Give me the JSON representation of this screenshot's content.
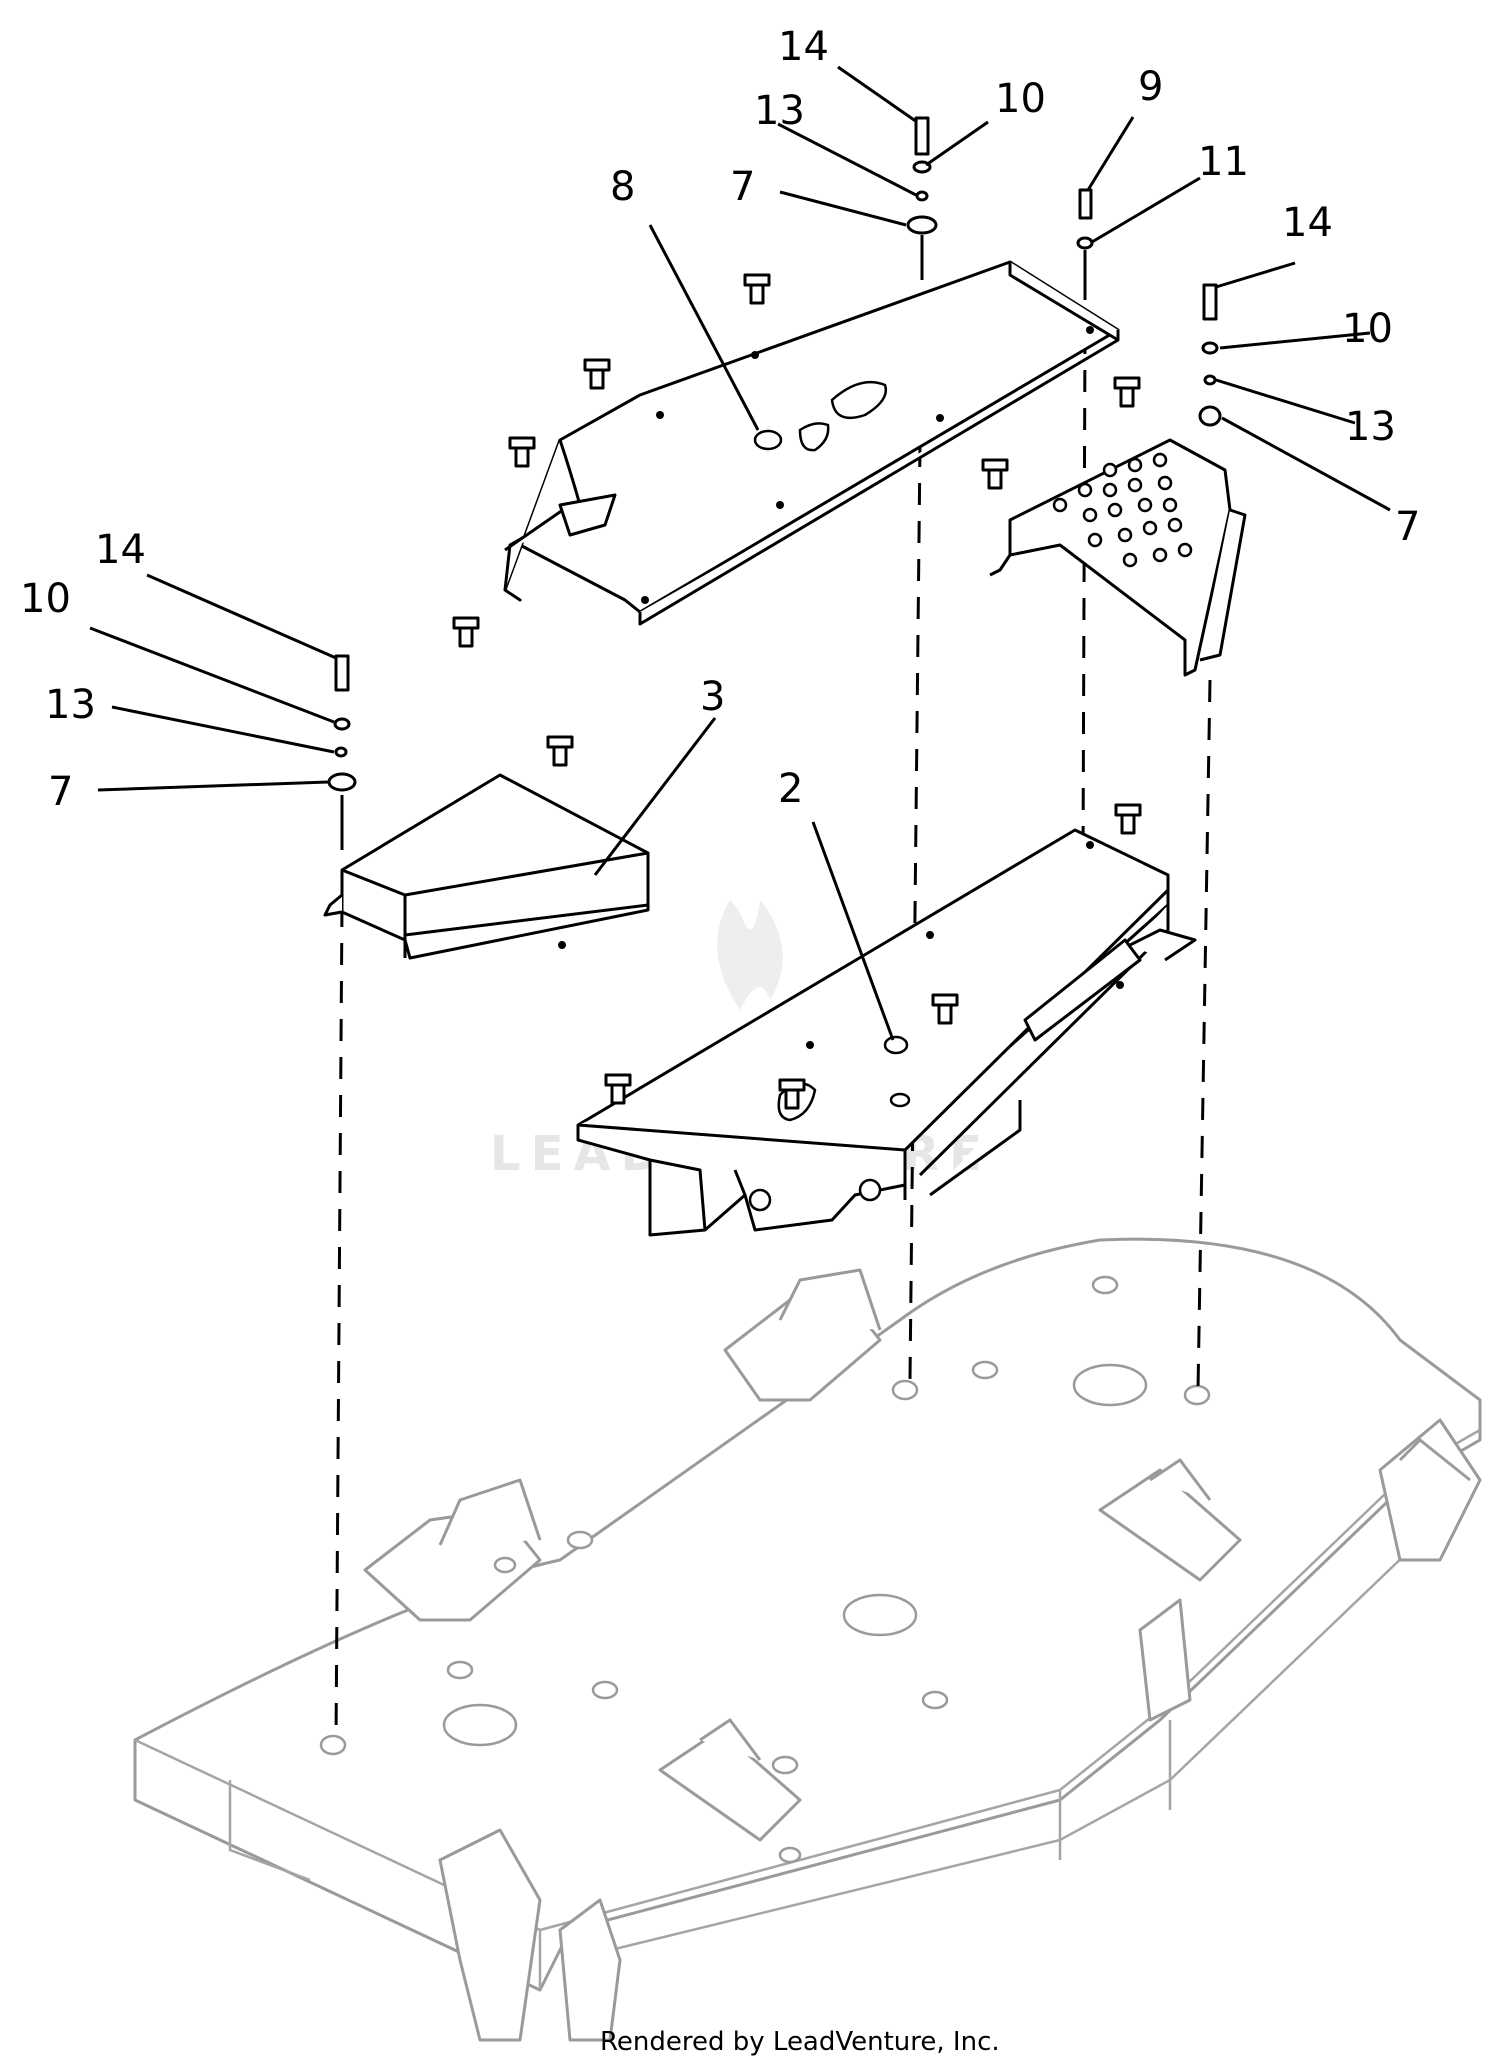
{
  "diagram": {
    "callouts": {
      "c14a": "14",
      "c10a": "10",
      "c13a": "13",
      "c7a": "7",
      "c8": "8",
      "c9": "9",
      "c11": "11",
      "c14b": "14",
      "c10b": "10",
      "c13b": "13",
      "c7b": "7",
      "c14c": "14",
      "c10c": "10",
      "c13c": "13",
      "c7c": "7",
      "c3": "3",
      "c2": "2"
    },
    "watermark": "LEADVENTURE",
    "credit": "Rendered by LeadVenture, Inc."
  }
}
